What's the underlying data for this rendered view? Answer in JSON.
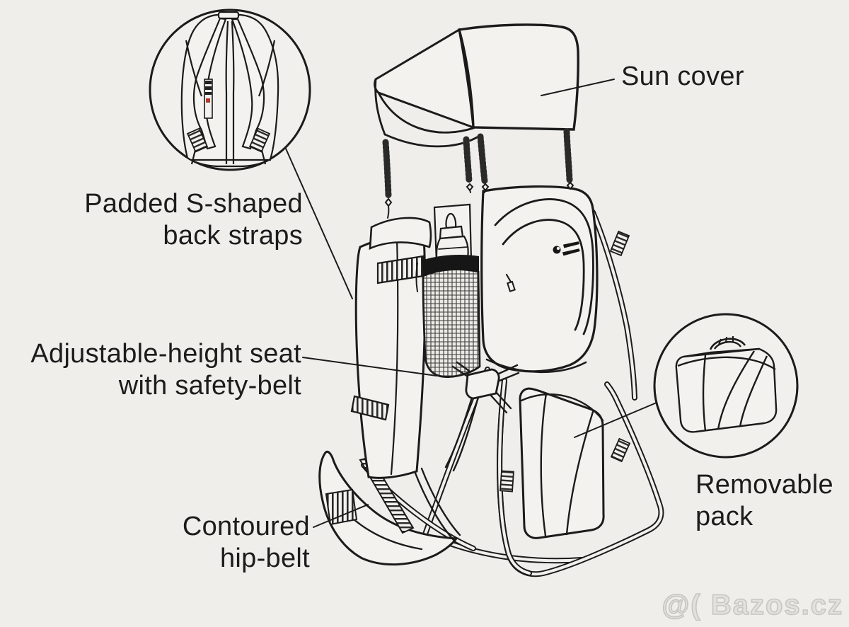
{
  "page": {
    "kind": "product feature diagram",
    "subject": "child carrier backpack line drawing",
    "colors": {
      "background": "#efeeeb",
      "line": "#1b1b1b",
      "mesh_band": "#161616",
      "accent_red_dot": "#b03a2e",
      "watermark_gray": "#c7c6c3"
    }
  },
  "diagram": {
    "callouts": {
      "sun_cover": {
        "label": "Sun cover"
      },
      "back_straps": {
        "line1": "Padded S-shaped",
        "line2": "back straps"
      },
      "seat": {
        "line1": "Adjustable-height seat",
        "line2": "with safety-belt"
      },
      "removable_pack": {
        "line1": "Removable",
        "line2": "pack"
      },
      "hip_belt": {
        "line1": "Contoured",
        "line2": "hip-belt"
      }
    },
    "icons": {
      "brand_logo": "●"
    }
  },
  "watermark": {
    "text": "@( Bazos.cz"
  }
}
